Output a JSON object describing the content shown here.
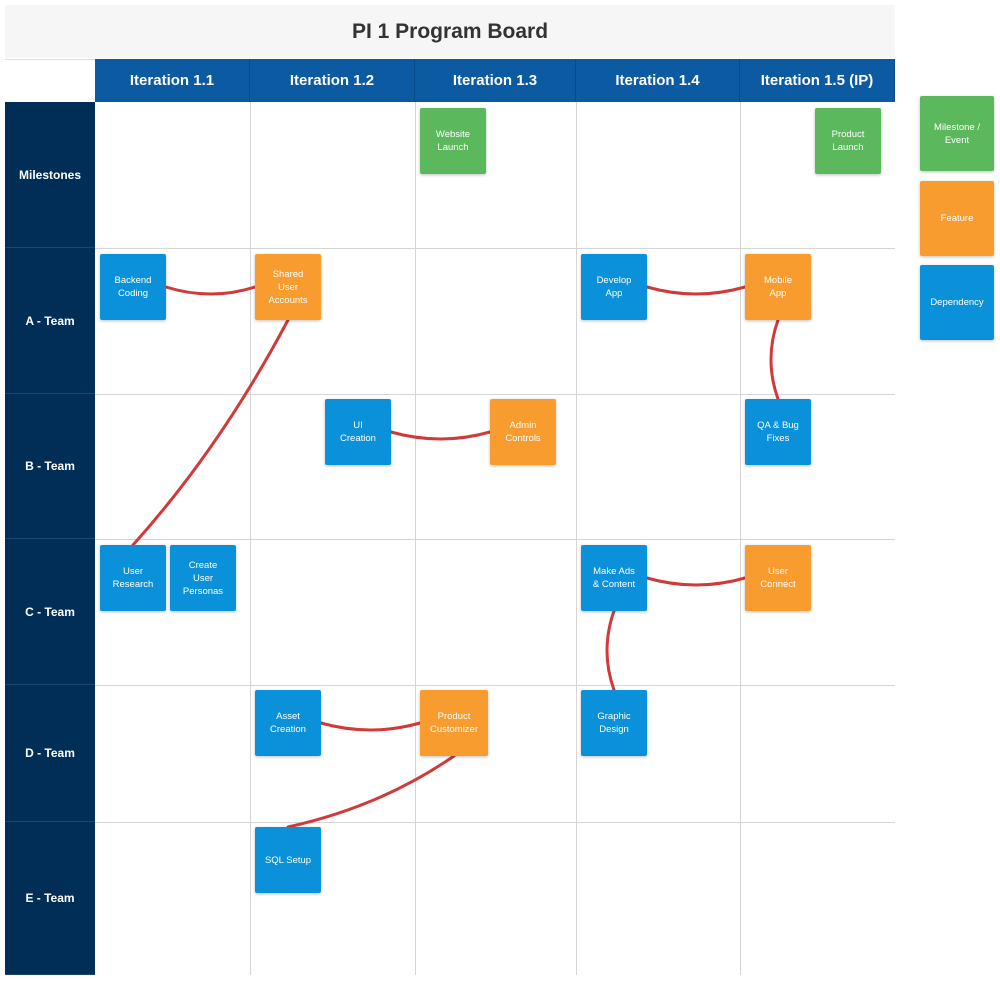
{
  "title": "PI 1 Program Board",
  "iterations": [
    "Iteration 1.1",
    "Iteration 1.2",
    "Iteration 1.3",
    "Iteration 1.4",
    "Iteration 1.5 (IP)"
  ],
  "rows": [
    "Milestones",
    "A - Team",
    "B - Team",
    "C - Team",
    "D - Team",
    "E - Team"
  ],
  "cards": {
    "website_launch": {
      "label": "Website\nLaunch",
      "type": "milestone"
    },
    "product_launch": {
      "label": "Product\nLaunch",
      "type": "milestone"
    },
    "backend_coding": {
      "label": "Backend\nCoding",
      "type": "dependency"
    },
    "shared_user_accounts": {
      "label": "Shared\nUser\nAccounts",
      "type": "feature"
    },
    "develop_app": {
      "label": "Develop\nApp",
      "type": "dependency"
    },
    "mobile_app": {
      "label": "Mobile\nApp",
      "type": "feature"
    },
    "ui_creation": {
      "label": "UI\nCreation",
      "type": "dependency"
    },
    "admin_controls": {
      "label": "Admin\nControls",
      "type": "feature"
    },
    "qa_bug_fixes": {
      "label": "QA & Bug\nFixes",
      "type": "dependency"
    },
    "user_research": {
      "label": "User\nResearch",
      "type": "dependency"
    },
    "create_user_personas": {
      "label": "Create\nUser\nPersonas",
      "type": "dependency"
    },
    "make_ads_content": {
      "label": "Make Ads\n& Content",
      "type": "dependency"
    },
    "user_connect": {
      "label": "User\nConnect",
      "type": "feature"
    },
    "asset_creation": {
      "label": "Asset\nCreation",
      "type": "dependency"
    },
    "product_customizer": {
      "label": "Product\nCustomizer",
      "type": "feature"
    },
    "graphic_design": {
      "label": "Graphic\nDesign",
      "type": "dependency"
    },
    "sql_setup": {
      "label": "SQL Setup",
      "type": "dependency"
    }
  },
  "legend": {
    "milestone": "Milestone /\nEvent",
    "feature": "Feature",
    "dependency": "Dependency"
  },
  "links": [
    [
      "backend_coding",
      "shared_user_accounts"
    ],
    [
      "shared_user_accounts",
      "user_research"
    ],
    [
      "develop_app",
      "mobile_app"
    ],
    [
      "mobile_app",
      "qa_bug_fixes"
    ],
    [
      "ui_creation",
      "admin_controls"
    ],
    [
      "make_ads_content",
      "user_connect"
    ],
    [
      "make_ads_content",
      "graphic_design"
    ],
    [
      "asset_creation",
      "product_customizer"
    ],
    [
      "product_customizer",
      "sql_setup"
    ]
  ],
  "colors": {
    "milestone": "#5cb85c",
    "feature": "#f89c2f",
    "dependency": "#0b91d9",
    "iteration_header": "#0b5aa2",
    "team_header": "#012e57",
    "link": "#d03a3a"
  }
}
